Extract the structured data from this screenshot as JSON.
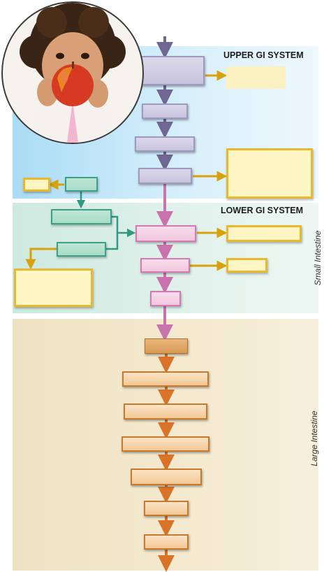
{
  "sections": {
    "upper_title": "UPPER GI SYSTEM",
    "lower_title": "LOWER GI SYSTEM",
    "small_intestine_label": "Small Intestine",
    "large_intestine_label": "Large Intestine"
  },
  "colors": {
    "upper_band": "#a9dcf5",
    "lower_band": "#cde9e0",
    "large_band": "#efe2c2",
    "upper_tract": "#6f6791",
    "lower_tract": "#c873ad",
    "large_tract": "#d9732a",
    "enzyme_arrow": "#d7a20d",
    "gland_arrow": "#2e9a80"
  },
  "image": {
    "subject": "child-eating-apple-photo"
  }
}
